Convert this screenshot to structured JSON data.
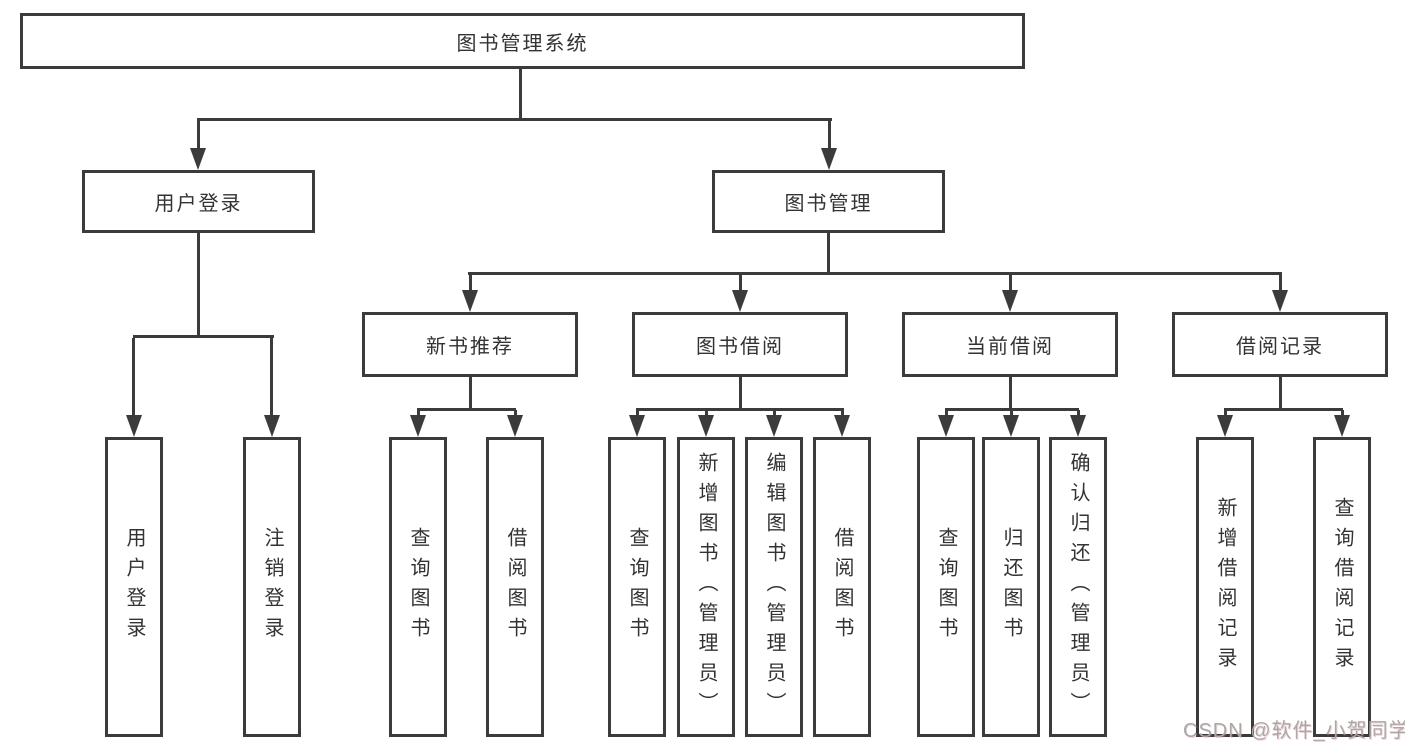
{
  "diagram": {
    "root": {
      "label": "图书管理系统"
    },
    "level2": [
      {
        "label": "用户登录"
      },
      {
        "label": "图书管理"
      }
    ],
    "level3": [
      {
        "label": "新书推荐"
      },
      {
        "label": "图书借阅"
      },
      {
        "label": "当前借阅"
      },
      {
        "label": "借阅记录"
      }
    ],
    "leaves": {
      "user_login": [
        "用户登录",
        "注销登录"
      ],
      "new_book_recommend": [
        "查询图书",
        "借阅图书"
      ],
      "book_borrow": [
        "查询图书",
        "新增图书（管理员）",
        "编辑图书（管理员）",
        "借阅图书"
      ],
      "current_borrow": [
        "查询图书",
        "归还图书",
        "确认归还（管理员）"
      ],
      "borrow_records": [
        "新增借阅记录",
        "查询借阅记录"
      ]
    }
  },
  "watermark": {
    "text": "CSDN @软件_小贺同学"
  },
  "colors": {
    "line": "#3b3b3b",
    "text": "#333333",
    "watermark": "#a9a9a9",
    "background": "#ffffff"
  }
}
